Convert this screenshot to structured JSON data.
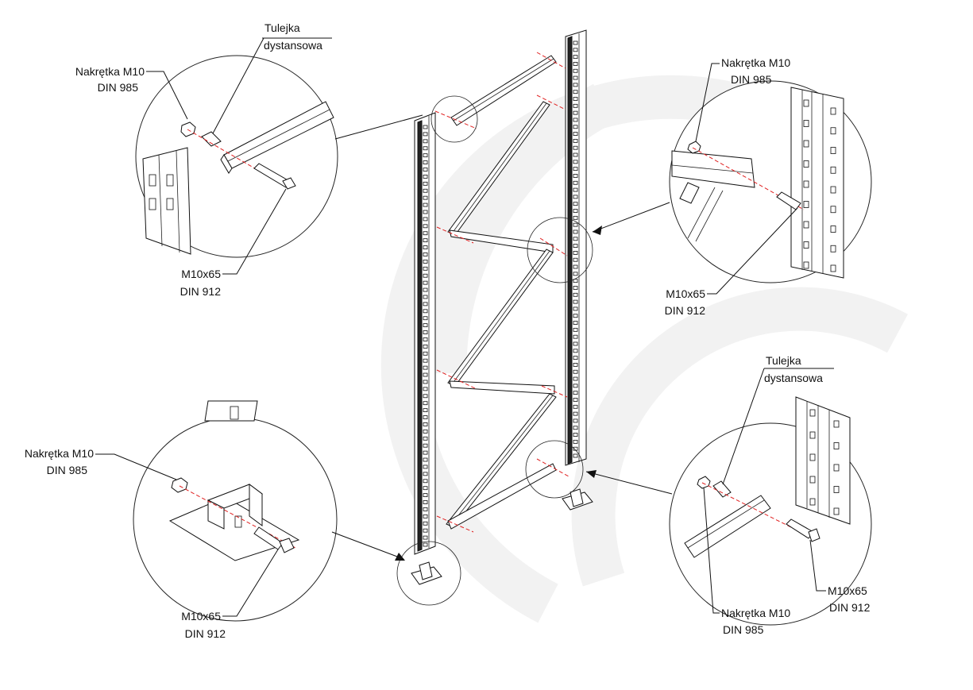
{
  "callouts": {
    "top_left": {
      "sleeve_line1": "Tulejka",
      "sleeve_line2": "dystansowa",
      "nut_line1": "Nakrętka M10",
      "nut_line2": "DIN 985",
      "bolt_line1": "M10x65",
      "bolt_line2": "DIN 912"
    },
    "top_right": {
      "nut_line1": "Nakrętka M10",
      "nut_line2": "DIN 985",
      "bolt_line1": "M10x65",
      "bolt_line2": "DIN 912"
    },
    "bottom_left": {
      "nut_line1": "Nakrętka M10",
      "nut_line2": "DIN 985",
      "bolt_line1": "M10x65",
      "bolt_line2": "DIN 912"
    },
    "bottom_right": {
      "sleeve_line1": "Tulejka",
      "sleeve_line2": "dystansowa",
      "bolt_line1": "M10x65",
      "bolt_line2": "DIN 912",
      "nut_line1": "Nakrętka M10",
      "nut_line2": "DIN 985"
    }
  },
  "colors": {
    "bolt_axis": "#e02020",
    "watermark": "#f2f2f2",
    "ink": "#111111"
  }
}
